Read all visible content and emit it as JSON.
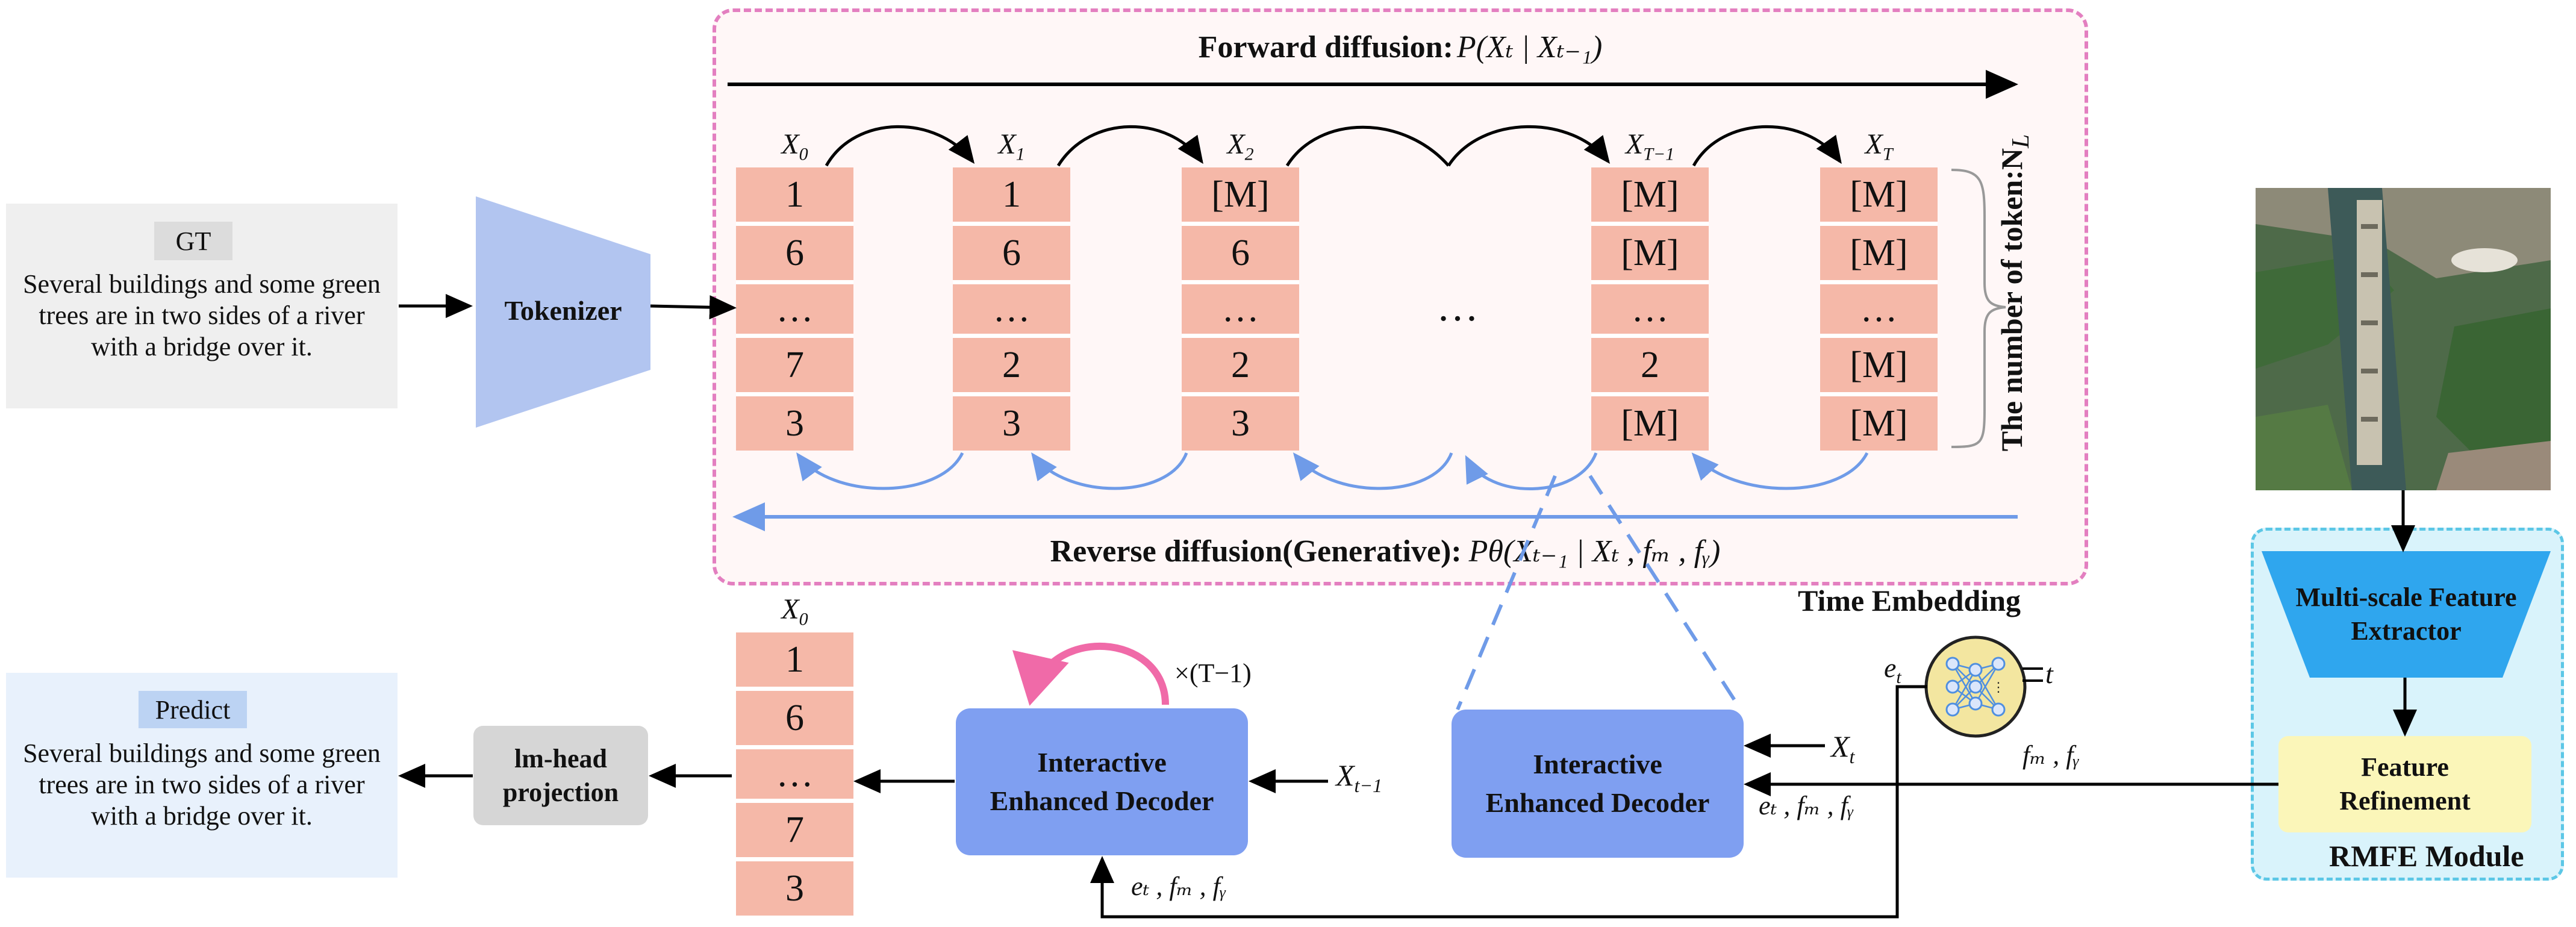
{
  "gt_panel": {
    "tag": "GT",
    "caption": "Several buildings and some green trees are in two sides of a river with a bridge over it."
  },
  "tokenizer": {
    "label": "Tokenizer"
  },
  "forward": {
    "title": "Forward diffusion:",
    "formula": "P(Xₜ | Xₜ₋₁)"
  },
  "reverse": {
    "title": "Reverse diffusion(Generative):",
    "formula": "Pθ(Xₜ₋₁ | Xₜ , fₘ , fᵧ)"
  },
  "token_count_label": "The number of token:N",
  "token_count_sub": "L",
  "ellipsis": "…",
  "columns": [
    {
      "label": "X",
      "sub": "0",
      "tokens": [
        "1",
        "6",
        "…",
        "7",
        "3"
      ]
    },
    {
      "label": "X",
      "sub": "1",
      "tokens": [
        "1",
        "6",
        "…",
        "2",
        "3"
      ]
    },
    {
      "label": "X",
      "sub": "2",
      "tokens": [
        "[M]",
        "6",
        "…",
        "2",
        "3"
      ]
    },
    {
      "label": "X",
      "sub": "T−1",
      "tokens": [
        "[M]",
        "[M]",
        "…",
        "2",
        "[M]"
      ]
    },
    {
      "label": "X",
      "sub": "T",
      "tokens": [
        "[M]",
        "[M]",
        "…",
        "[M]",
        "[M]"
      ]
    }
  ],
  "output_column": {
    "label": "X",
    "sub": "0",
    "tokens": [
      "1",
      "6",
      "…",
      "7",
      "3"
    ]
  },
  "time_embedding": {
    "title": "Time Embedding",
    "in_label": "t",
    "out_label": "e",
    "out_sub": "t"
  },
  "decoder_right": {
    "label": "Interactive Enhanced Decoder"
  },
  "decoder_left": {
    "label": "Interactive Enhanced Decoder",
    "loop_label": "×(T−1)"
  },
  "labels": {
    "xt": "X",
    "xt_sub": "t",
    "xt1": "X",
    "xt1_sub": "t−1",
    "cond_right": "eₜ , fₘ , fᵧ",
    "cond_bottom": "eₜ , fₘ , fᵧ",
    "fm_fg": "fₘ , fᵧ"
  },
  "imhead": {
    "label": "lm-head projection"
  },
  "predict_panel": {
    "tag": "Predict",
    "caption": "Several buildings and some green trees are in two sides of a river with a bridge over it."
  },
  "rmfe": {
    "module_label": "RMFE Module",
    "extractor_label": "Multi-scale Feature Extractor",
    "refinement_label": "Feature Refinement"
  },
  "colors": {
    "token": "#f5b8a8",
    "decoder": "#7f9ff1",
    "frame_border": "#e37fc0",
    "reverse_arrow": "#6f9be8",
    "rmfe_fill": "#d9f3fb",
    "extractor": "#2fa6ee",
    "refinement": "#fbf6b9"
  }
}
